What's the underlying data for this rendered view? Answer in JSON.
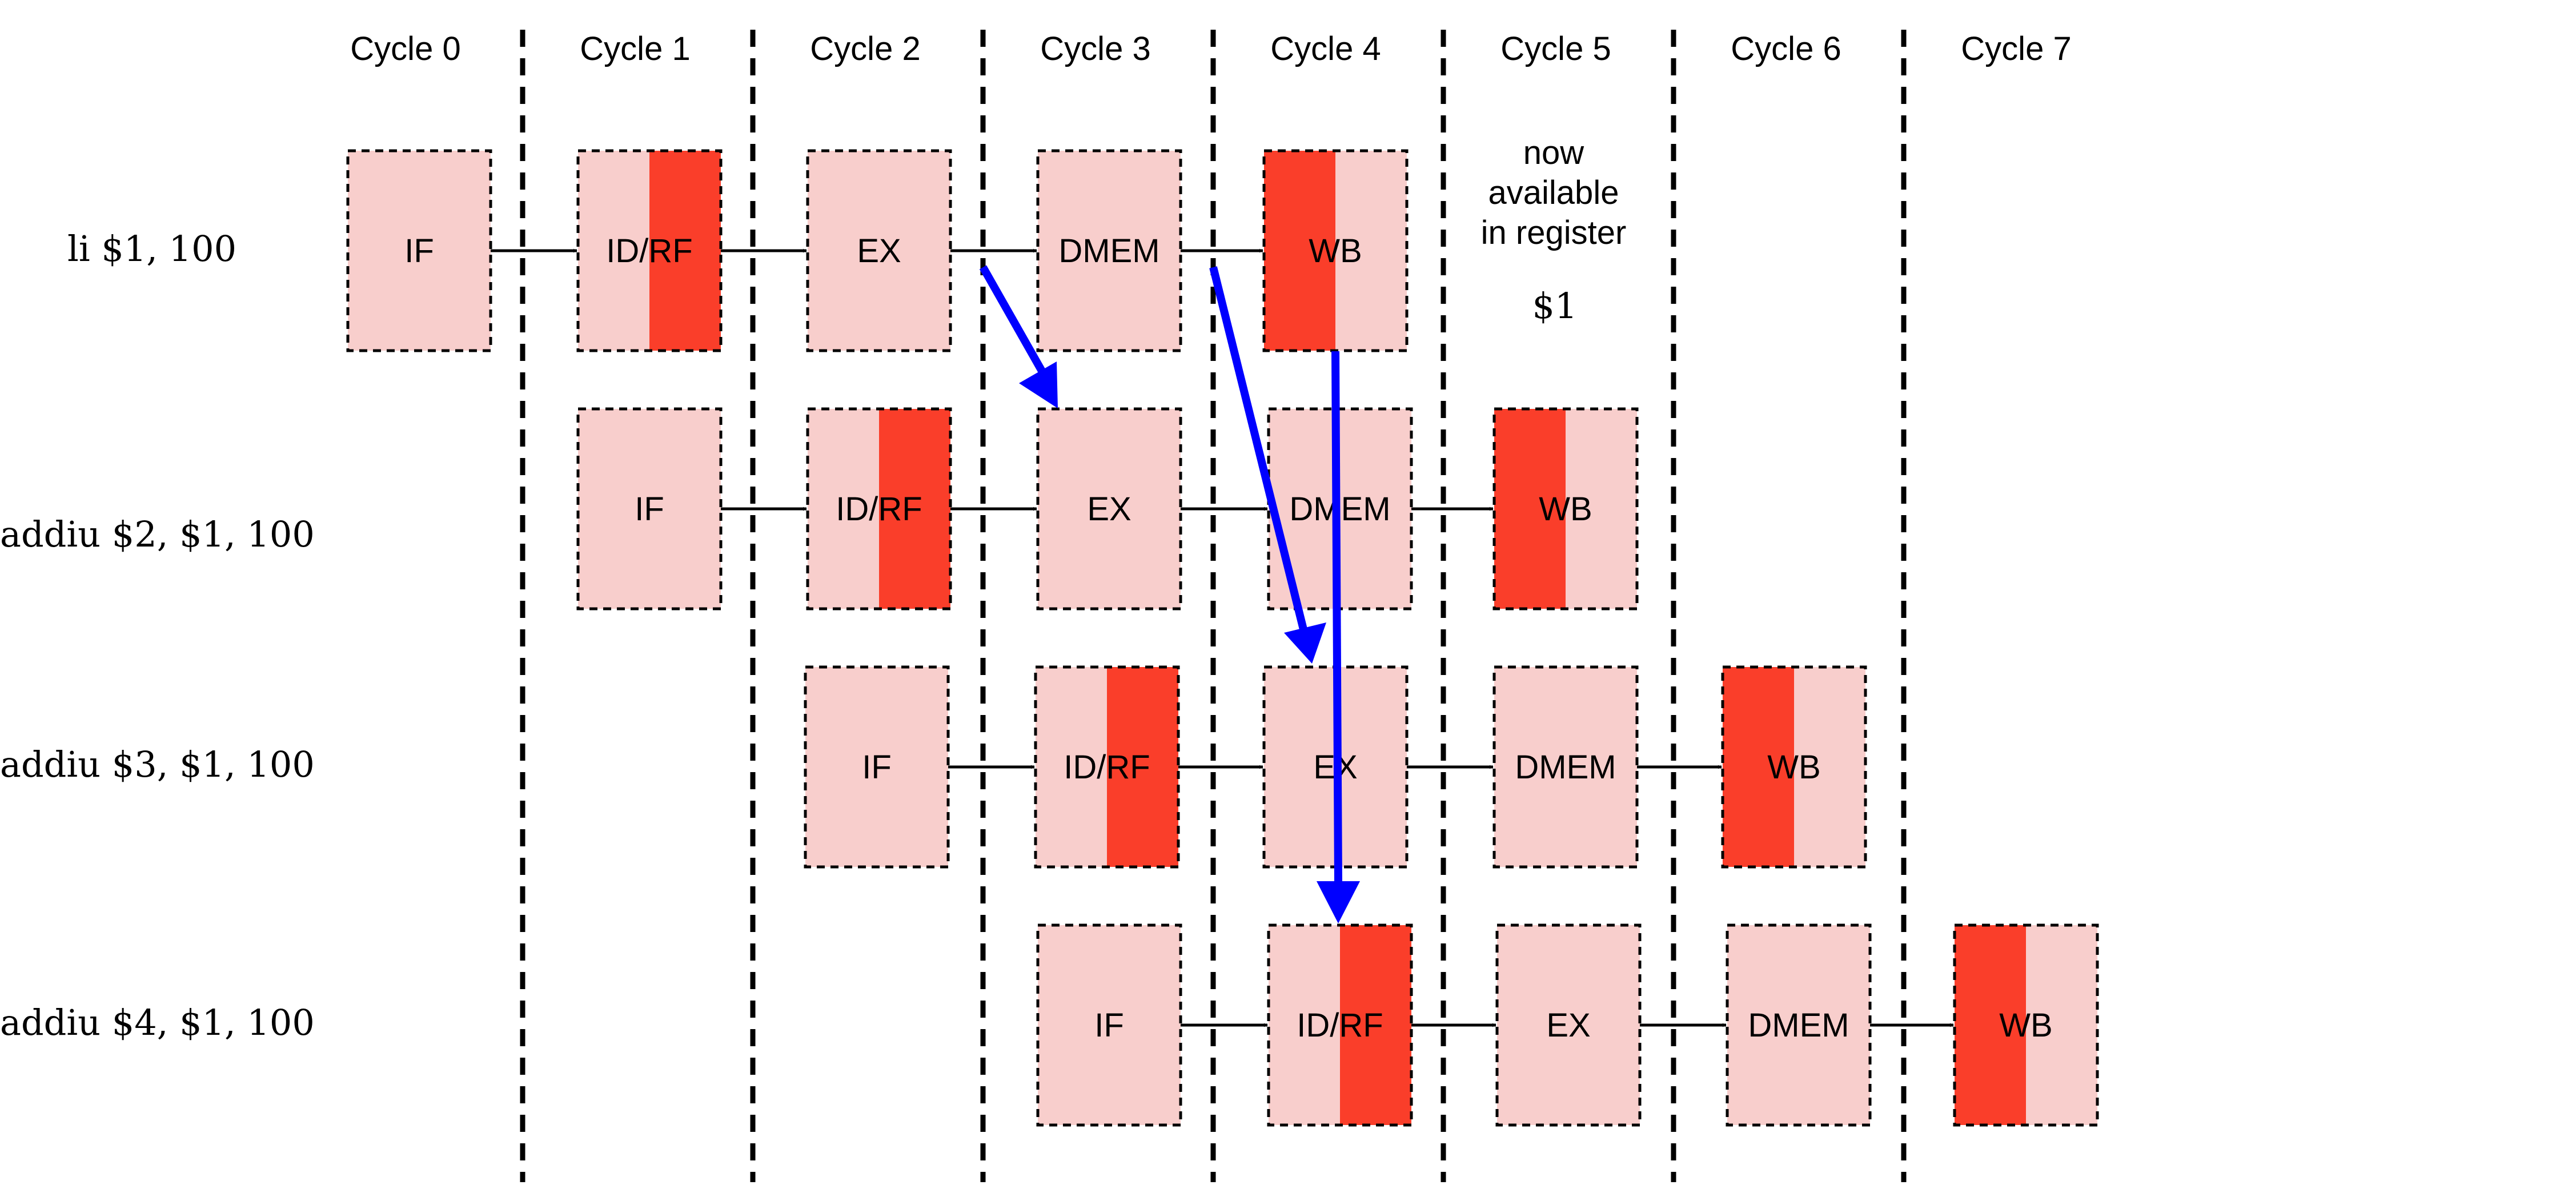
{
  "cycles": [
    "Cycle 0",
    "Cycle 1",
    "Cycle 2",
    "Cycle 3",
    "Cycle 4",
    "Cycle 5",
    "Cycle 6",
    "Cycle 7"
  ],
  "instructions": [
    {
      "label": "li $1, 100",
      "stages": [
        {
          "name": "IF",
          "highlight": "none"
        },
        {
          "name": "ID/RF",
          "highlight": "right"
        },
        {
          "name": "EX",
          "highlight": "none"
        },
        {
          "name": "DMEM",
          "highlight": "none"
        },
        {
          "name": "WB",
          "highlight": "left"
        }
      ]
    },
    {
      "label": "addiu $2, $1, 100",
      "stages": [
        {
          "name": "IF",
          "highlight": "none"
        },
        {
          "name": "ID/RF",
          "highlight": "right"
        },
        {
          "name": "EX",
          "highlight": "none"
        },
        {
          "name": "DMEM",
          "highlight": "none"
        },
        {
          "name": "WB",
          "highlight": "left"
        }
      ]
    },
    {
      "label": "addiu $3, $1, 100",
      "stages": [
        {
          "name": "IF",
          "highlight": "none"
        },
        {
          "name": "ID/RF",
          "highlight": "right"
        },
        {
          "name": "EX",
          "highlight": "none"
        },
        {
          "name": "DMEM",
          "highlight": "none"
        },
        {
          "name": "WB",
          "highlight": "left"
        }
      ]
    },
    {
      "label": "addiu $4, $1, 100",
      "stages": [
        {
          "name": "IF",
          "highlight": "none"
        },
        {
          "name": "ID/RF",
          "highlight": "right"
        },
        {
          "name": "EX",
          "highlight": "none"
        },
        {
          "name": "DMEM",
          "highlight": "none"
        },
        {
          "name": "WB",
          "highlight": "left"
        }
      ]
    }
  ],
  "note": {
    "lines": [
      "now",
      "available",
      "in register"
    ],
    "register": "$1"
  },
  "colors": {
    "stage_fill": "#f8cecc",
    "highlight_fill": "#fa3e2a",
    "forward_arrow": "#0000ff",
    "line": "#000000"
  }
}
